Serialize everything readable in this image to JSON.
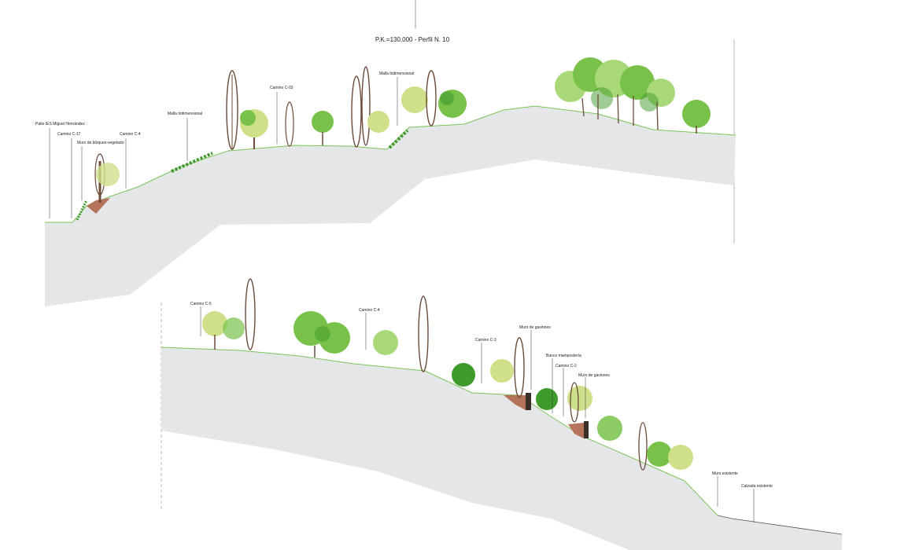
{
  "title": "P.K.=130.000 - Perfil N. 10",
  "colors": {
    "ground": "#e5e6e8",
    "grass_line": "#7cc45a",
    "leaf_light": "#a8d878",
    "leaf_mid": "#79c24a",
    "leaf_dark": "#3f9a2c",
    "leaf_yellow": "#cfe08a",
    "trunk": "#6b4a3a",
    "soil": "#b5735a",
    "gabion": "#3a2f28",
    "leader": "#333333"
  },
  "profile_top": {
    "labels": {
      "patio": "Patio IES Miguel Hernández",
      "camino_c17": "Camino C-17",
      "muro_bloques": "Muro de bloques-vegetado",
      "camino_c4": "Camino C-4",
      "malla_1": "Malla tridimensional",
      "camino_c03": "Camino C-03",
      "malla_2": "Malla tridimensional"
    }
  },
  "profile_bottom": {
    "labels": {
      "camino_c5": "Camino C-5",
      "camino_c4": "Camino C-4",
      "camino_c3": "Camino C-3",
      "muro_gaviones_1": "Muro de gaviones",
      "banco": "Banco mampostería",
      "camino_c2": "Camino C-2",
      "muro_gaviones_2": "Muro de gaviones",
      "muro_existente": "Muro existente",
      "calzada": "Calzada existente"
    }
  }
}
